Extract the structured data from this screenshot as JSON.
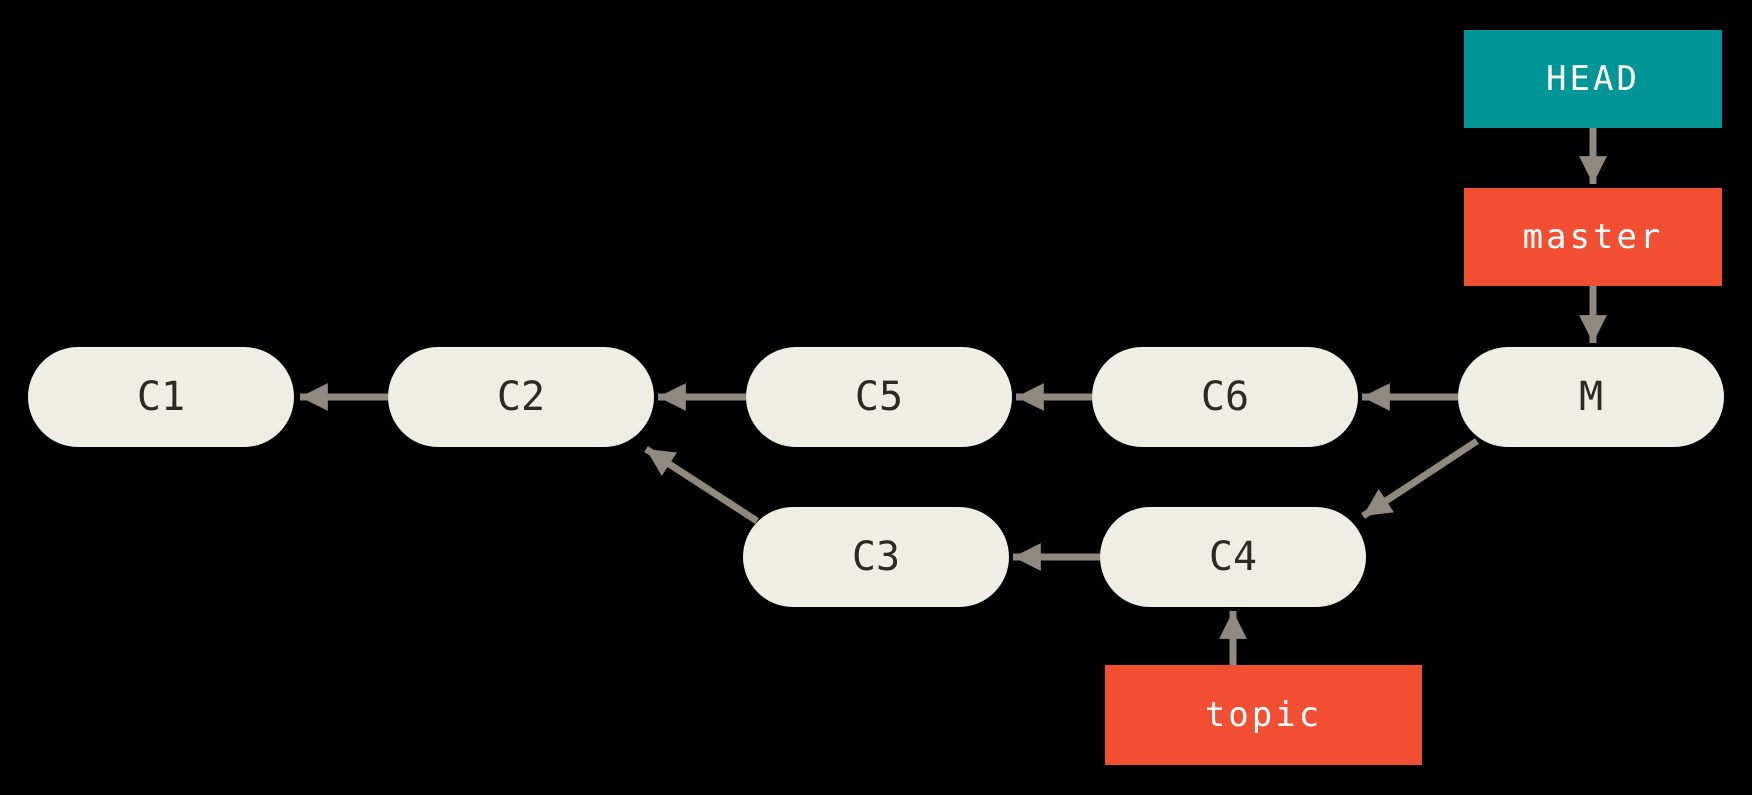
{
  "diagram": {
    "type": "git-commit-graph",
    "background": "#000000",
    "colors": {
      "commit_fill": "#EFEEE5",
      "commit_text": "#2B2A23",
      "arrow": "#8F897F",
      "head_ref_fill": "#009597",
      "branch_ref_fill": "#F14E32",
      "ref_text": "#FFFFFF"
    },
    "commits": [
      {
        "id": "C1",
        "label": "C1",
        "row": "main"
      },
      {
        "id": "C2",
        "label": "C2",
        "row": "main"
      },
      {
        "id": "C5",
        "label": "C5",
        "row": "main"
      },
      {
        "id": "C6",
        "label": "C6",
        "row": "main"
      },
      {
        "id": "M",
        "label": "M",
        "row": "main"
      },
      {
        "id": "C3",
        "label": "C3",
        "row": "branch"
      },
      {
        "id": "C4",
        "label": "C4",
        "row": "branch"
      }
    ],
    "refs": [
      {
        "id": "HEAD",
        "label": "HEAD",
        "points_to": "master"
      },
      {
        "id": "master",
        "label": "master",
        "points_to": "M"
      },
      {
        "id": "topic",
        "label": "topic",
        "points_to": "C4"
      }
    ],
    "edges": [
      {
        "from": "C2",
        "to": "C1"
      },
      {
        "from": "C5",
        "to": "C2"
      },
      {
        "from": "C6",
        "to": "C5"
      },
      {
        "from": "M",
        "to": "C6"
      },
      {
        "from": "C4",
        "to": "C3"
      },
      {
        "from": "C3",
        "to": "C2"
      },
      {
        "from": "M",
        "to": "C4"
      },
      {
        "from": "HEAD",
        "to": "master"
      },
      {
        "from": "master",
        "to": "M"
      },
      {
        "from": "topic",
        "to": "C4"
      }
    ]
  }
}
